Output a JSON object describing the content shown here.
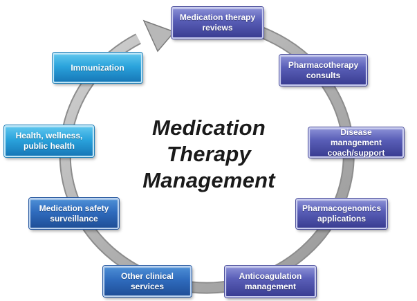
{
  "title": {
    "line1": "Medication",
    "line2": "Therapy",
    "line3": "Management"
  },
  "nodes": {
    "medication_therapy_reviews": {
      "line1": "Medication therapy",
      "line2": "reviews"
    },
    "pharmacotherapy_consults": {
      "line1": "Pharmacotherapy",
      "line2": "consults"
    },
    "disease_management": {
      "line1": "Disease management",
      "line2": "coach/support"
    },
    "pharmacogenomics": {
      "line1": "Pharmacogenomics",
      "line2": "applications"
    },
    "anticoagulation": {
      "line1": "Anticoagulation",
      "line2": "management"
    },
    "other_clinical": {
      "line1": "Other clinical",
      "line2": "services"
    },
    "medication_safety": {
      "line1": "Medication safety",
      "line2": "surveillance"
    },
    "health_wellness": {
      "line1": "Health, wellness,",
      "line2": "public health"
    },
    "immunization": {
      "line1": "Immunization"
    }
  },
  "colors": {
    "cycle_ring": "#b3b3b3",
    "purple_nodes": "#4a4da6",
    "cyan_nodes": "#2aa3dc",
    "blue_nodes": "#2f6bbd",
    "title_text": "#1a1a1a"
  }
}
